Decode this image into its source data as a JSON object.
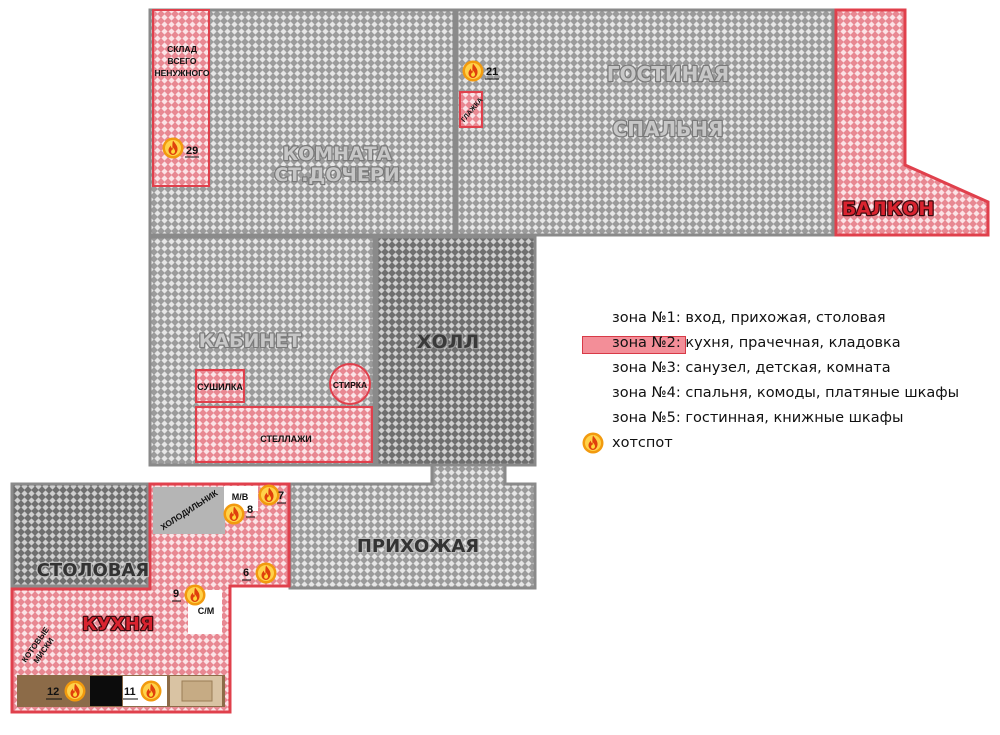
{
  "colors": {
    "grey_fill": "#b8b8b8",
    "grey_wall": "#8a8a8a",
    "red_fill": "#f38e98",
    "red_wall": "#e0404c",
    "hotspot_outer": "#f2a010",
    "hotspot_inner": "#ffe07a"
  },
  "rooms": {
    "daughter_room": "КОМНАТА\nСТ.ДОЧЕРИ",
    "living_top": "ГОСТИНАЯ",
    "living_bottom": "СПАЛЬНЯ",
    "balcony": "БАЛКОН",
    "office": "КАБИНЕТ",
    "hall": "ХОЛЛ",
    "entrance": "ПРИХОЖАЯ",
    "dining": "СТОЛОВАЯ",
    "kitchen": "КУХНЯ"
  },
  "labels": {
    "junk_storage_1": "СКЛАД",
    "junk_storage_2": "ВСЕГО",
    "junk_storage_3": "НЕНУЖНОГО",
    "ironing": "ГЛАЖКА",
    "dryer": "СУШИЛКА",
    "laundry": "СТИРКА",
    "shelves": "СТЕЛЛАЖИ",
    "fridge": "ХОЛОДИЛЬНИК",
    "microwave": "М/В",
    "dishwasher": "С/М",
    "cat_bowls_1": "КОТОВЫЕ",
    "cat_bowls_2": "МИСКИ"
  },
  "hotspots": {
    "h29": "29",
    "h21": "21",
    "h7": "7",
    "h8": "8",
    "h6": "6",
    "h9": "9",
    "h12": "12",
    "h11": "11"
  },
  "legend": {
    "items": [
      {
        "zone": "зона №1:",
        "desc": "вход, прихожая, столовая"
      },
      {
        "zone": "зона №2:",
        "desc": "кухня, прачечная, кладовка"
      },
      {
        "zone": "зона №3:",
        "desc": "санузел, детская, комната"
      },
      {
        "zone": "зона №4:",
        "desc": "спальня, комоды, платяные шкафы"
      },
      {
        "zone": "зона №5:",
        "desc": "гостинная, книжные шкафы"
      }
    ],
    "hotspot_label": "хотспот"
  }
}
